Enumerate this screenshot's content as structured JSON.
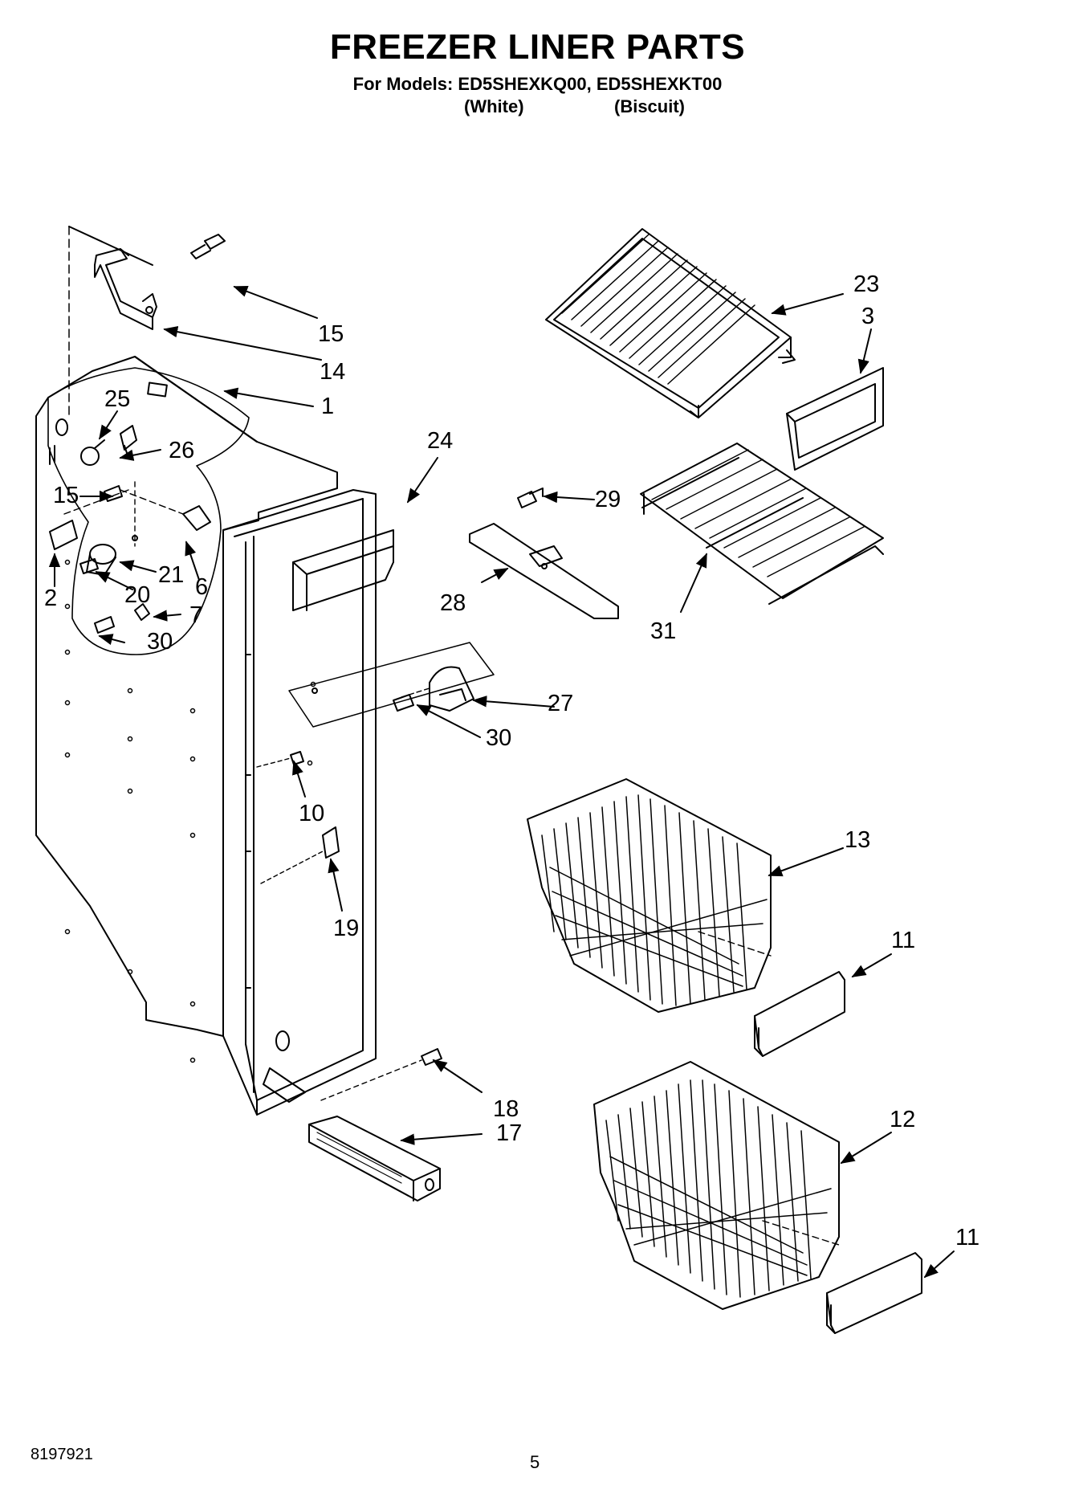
{
  "header": {
    "title": "FREEZER LINER PARTS",
    "models_line": "For Models: ED5SHEXKQ00, ED5SHEXKT00",
    "variant_white": "(White)",
    "variant_biscuit": "(Biscuit)"
  },
  "callouts": [
    "15",
    "14",
    "1",
    "25",
    "26",
    "15",
    "2",
    "21",
    "6",
    "20",
    "7",
    "30",
    "24",
    "23",
    "3",
    "29",
    "28",
    "31",
    "27",
    "30",
    "10",
    "19",
    "13",
    "11",
    "18",
    "17",
    "12",
    "11"
  ],
  "footer": {
    "doc_number": "8197921",
    "page_number": "5"
  }
}
